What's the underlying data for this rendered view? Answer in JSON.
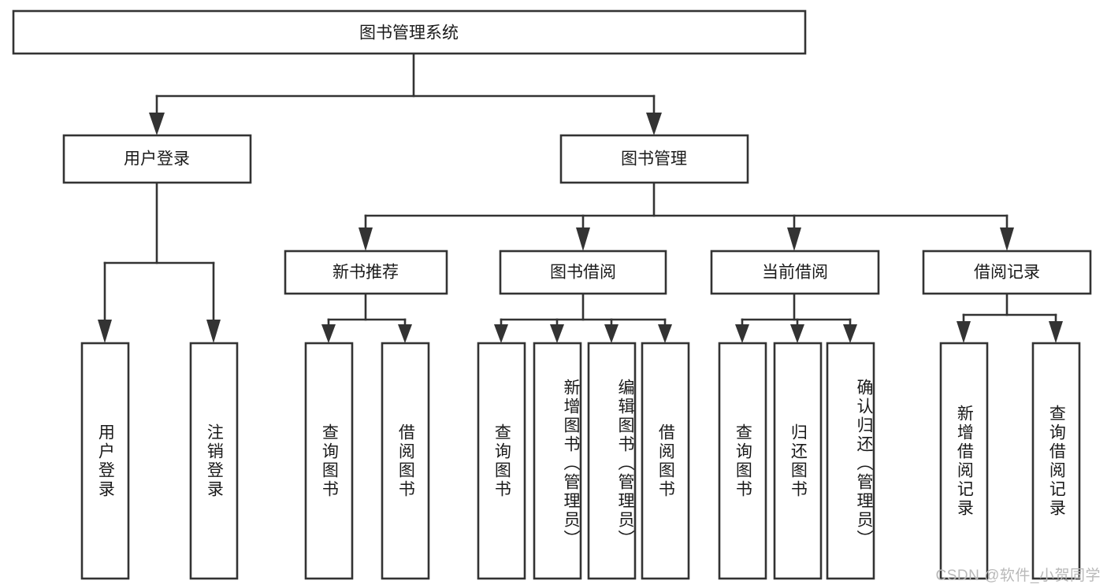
{
  "diagram": {
    "type": "tree",
    "title": "图书管理系统",
    "orientation": "top-down",
    "colors": {
      "box_stroke": "#333333",
      "box_fill": "#ffffff",
      "text": "#1a1a1a",
      "background": "#ffffff",
      "watermark": "#b9b9b9"
    },
    "root": {
      "label": "图书管理系统"
    },
    "level2": [
      {
        "label": "用户登录"
      },
      {
        "label": "图书管理"
      }
    ],
    "level3": [
      {
        "label": "新书推荐"
      },
      {
        "label": "图书借阅"
      },
      {
        "label": "当前借阅"
      },
      {
        "label": "借阅记录"
      }
    ],
    "leaves": {
      "user_login": [
        {
          "label": "用户登录"
        },
        {
          "label": "注销登录"
        }
      ],
      "new_book_recommend": [
        {
          "label": "查询图书"
        },
        {
          "label": "借阅图书"
        }
      ],
      "book_borrow": [
        {
          "label": "查询图书"
        },
        {
          "label": "新增图书（管理员）"
        },
        {
          "label": "编辑图书（管理员）"
        },
        {
          "label": "借阅图书"
        }
      ],
      "current_borrow": [
        {
          "label": "查询图书"
        },
        {
          "label": "归还图书"
        },
        {
          "label": "确认归还（管理员）"
        }
      ],
      "borrow_record": [
        {
          "label": "新增借阅记录"
        },
        {
          "label": "查询借阅记录"
        }
      ]
    }
  },
  "watermark": {
    "text": "CSDN @软件_小贺同学"
  }
}
